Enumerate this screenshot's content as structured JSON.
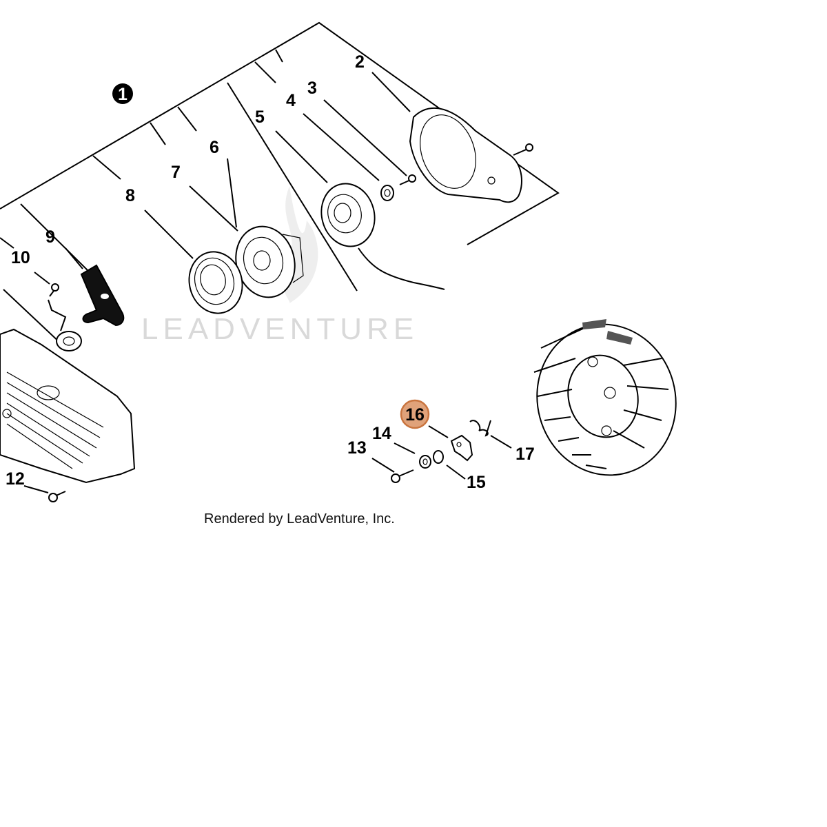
{
  "watermark": {
    "text": "LEADVENTURE"
  },
  "credit": {
    "text": "Rendered by LeadVenture, Inc."
  },
  "callouts": {
    "c1": "1",
    "c2": "2",
    "c3": "3",
    "c4": "4",
    "c5": "5",
    "c6": "6",
    "c7": "7",
    "c8": "8",
    "c9": "9",
    "c10": "10",
    "c12": "12",
    "c13": "13",
    "c14": "14",
    "c15": "15",
    "c16": "16",
    "c17": "17"
  },
  "colors": {
    "highlight_fill": "#e0a27a",
    "highlight_stroke": "#c9743e",
    "assembly_badge": "#000000",
    "watermark": "#d9d9d9"
  }
}
